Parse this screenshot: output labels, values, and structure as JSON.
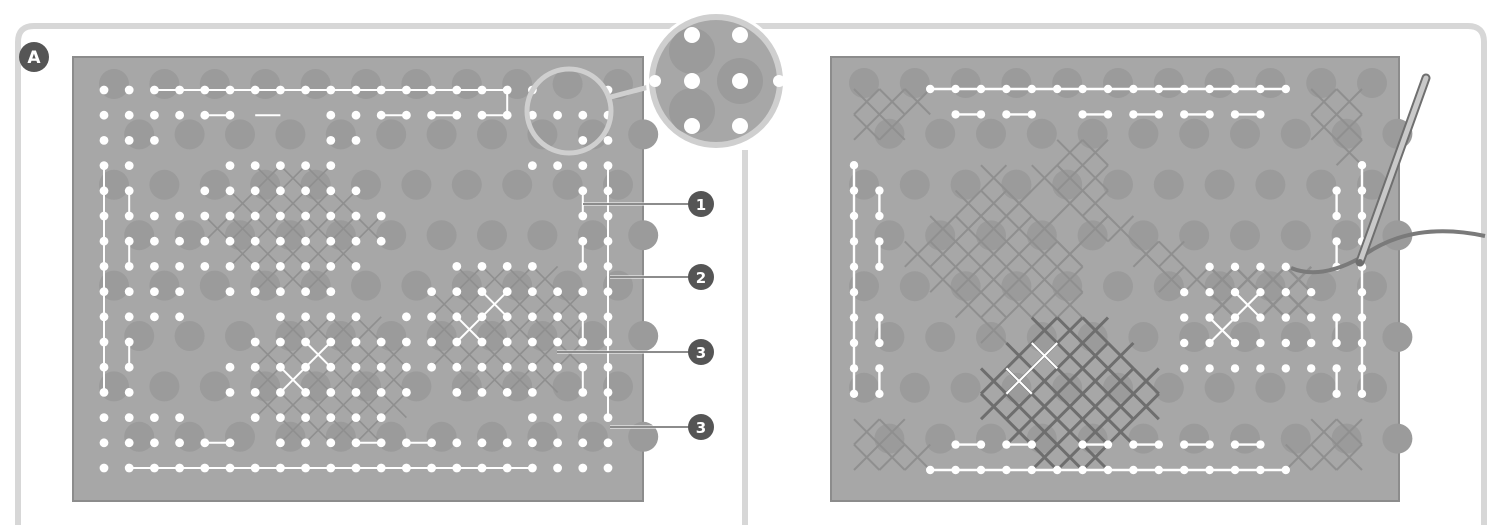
{
  "panel_label": "A",
  "callouts": [
    "1",
    "2",
    "3",
    "3"
  ],
  "colors": {
    "frame": "#d7d7d7",
    "board": "#a7a7a7",
    "board_edge": "#8c8c8c",
    "dot": "#9b9b9b",
    "hole": "#ffffff",
    "stitch_light": "#8f8f8f",
    "stitch_dark": "#6e6e6e",
    "badge": "#555555"
  },
  "icons": {
    "magnifier": "magnifier-lens-icon",
    "needle": "needle-icon",
    "thread": "thread-icon"
  }
}
